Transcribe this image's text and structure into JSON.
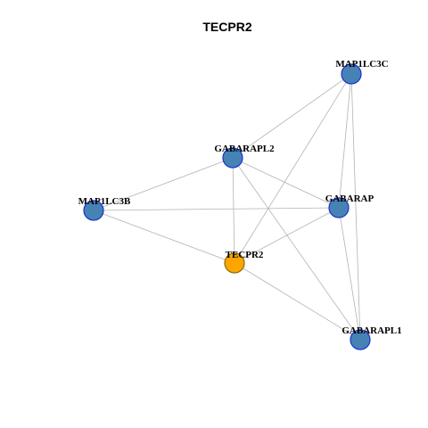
{
  "title": "TECPR2",
  "colors": {
    "background": "#ffffff",
    "edge": "#b3b3b3",
    "node_fill_default": "#4682b4",
    "node_stroke_default": "#1a33cc",
    "node_fill_query": "#ffa500",
    "node_stroke_query": "#8a6d00"
  },
  "graph": {
    "nodes": [
      {
        "id": "MAP1LC3C",
        "label": "MAP1LC3C",
        "query": false
      },
      {
        "id": "GABARAPL2",
        "label": "GABARAPL2",
        "query": false
      },
      {
        "id": "MAP1LC3B",
        "label": "MAP1LC3B",
        "query": false
      },
      {
        "id": "GABARAP",
        "label": "GABARAP",
        "query": false
      },
      {
        "id": "TECPR2",
        "label": "TECPR2",
        "query": true
      },
      {
        "id": "GABARAPL1",
        "label": "GABARAPL1",
        "query": false
      }
    ],
    "edges": [
      {
        "source": "MAP1LC3C",
        "target": "GABARAPL2"
      },
      {
        "source": "MAP1LC3C",
        "target": "GABARAP"
      },
      {
        "source": "MAP1LC3C",
        "target": "TECPR2"
      },
      {
        "source": "MAP1LC3C",
        "target": "GABARAPL1"
      },
      {
        "source": "GABARAPL2",
        "target": "MAP1LC3B"
      },
      {
        "source": "GABARAPL2",
        "target": "GABARAP"
      },
      {
        "source": "GABARAPL2",
        "target": "TECPR2"
      },
      {
        "source": "GABARAPL2",
        "target": "GABARAPL1"
      },
      {
        "source": "MAP1LC3B",
        "target": "GABARAP"
      },
      {
        "source": "MAP1LC3B",
        "target": "TECPR2"
      },
      {
        "source": "GABARAP",
        "target": "TECPR2"
      },
      {
        "source": "GABARAP",
        "target": "GABARAPL1"
      },
      {
        "source": "TECPR2",
        "target": "GABARAPL1"
      }
    ]
  }
}
